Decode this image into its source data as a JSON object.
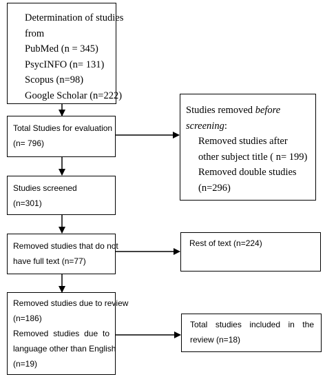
{
  "identification": {
    "heading_line1": "Determination of studies",
    "heading_line2": "from",
    "sources": [
      "PubMed (n = 345)",
      "PsycINFO (n= 131)",
      "Scopus (n=98)",
      "Google Scholar (n=222)"
    ]
  },
  "evaluation": {
    "line1": "Total Studies for evaluation",
    "line2": "(n= 796)"
  },
  "removed_before": {
    "line1_regular": "Studies removed ",
    "line1_italic": "before",
    "line2_italic": "screening",
    "line2_rest": ":",
    "items": [
      "Removed studies after",
      "other subject title ( n= 199)",
      "Removed double studies",
      "(n=296)"
    ]
  },
  "screened": {
    "line1": "Studies screened",
    "line2": "(n=301)"
  },
  "no_full_text": {
    "line1": "Removed studies that do not",
    "line2": "have full text (n=77)"
  },
  "rest": {
    "label": "Rest of text (n=224)"
  },
  "review_removed": {
    "lines": [
      "Removed studies due to review",
      "(n=186)",
      "Removed studies due to",
      "language other than English",
      "(n=19)"
    ]
  },
  "included": {
    "line1": "Total studies included in the",
    "line2": "review (n=18)"
  }
}
